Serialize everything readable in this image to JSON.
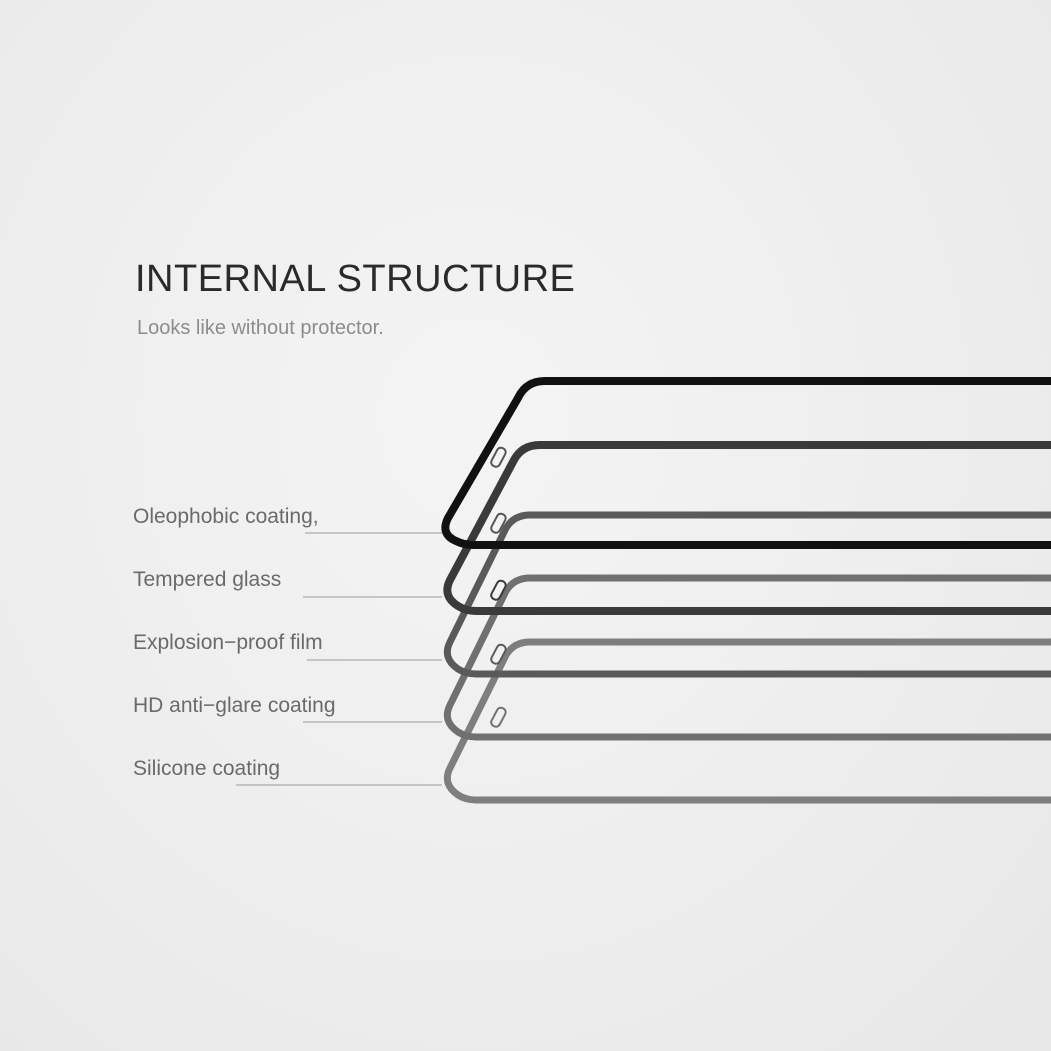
{
  "header": {
    "title": "INTERNAL STRUCTURE",
    "subtitle": "Looks like without protector."
  },
  "layers": [
    {
      "label": "Oleophobic coating,",
      "frame_color": "#111111"
    },
    {
      "label": "Tempered glass",
      "frame_color": "#3a3a3a"
    },
    {
      "label": "Explosion−proof film",
      "frame_color": "#5a5a5a"
    },
    {
      "label": "HD anti−glare coating",
      "frame_color": "#707070"
    },
    {
      "label": "Silicone coating",
      "frame_color": "#7e7e7e"
    }
  ],
  "colors": {
    "background": "#efefef",
    "leader_line": "#9a9a9a",
    "title": "#2a2a2a",
    "label": "#6a6a6a"
  }
}
